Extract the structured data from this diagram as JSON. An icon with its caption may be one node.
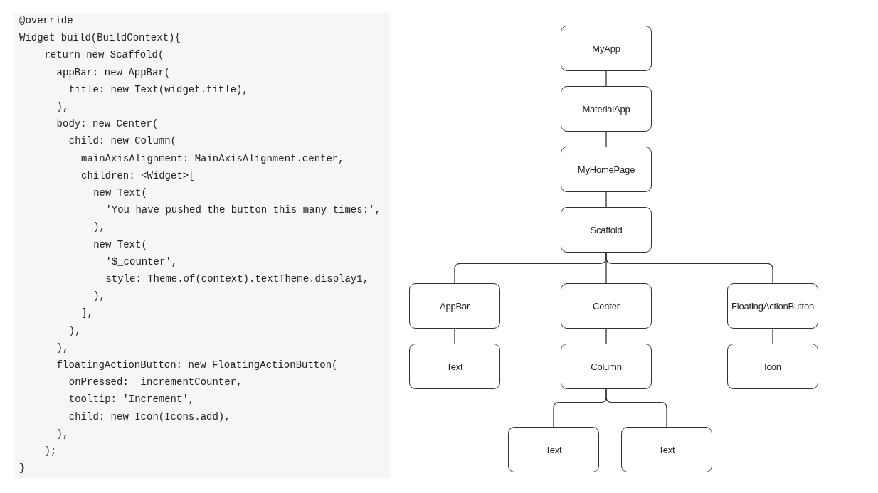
{
  "diagram": {
    "nodes": [
      {
        "text": [
          "MyApp"
        ]
      },
      {
        "text": [
          "MaterialApp"
        ]
      },
      {
        "text": [
          "MyHomePage"
        ]
      },
      {
        "text": [
          "Scaffold"
        ]
      },
      {
        "text": [
          "AppBar"
        ]
      },
      {
        "text": [
          "Center"
        ]
      },
      {
        "text": [
          "FloatingActionButton"
        ]
      },
      {
        "text": [
          "Text"
        ]
      },
      {
        "text": [
          "Column"
        ]
      },
      {
        "text": [
          "Icon"
        ]
      },
      {
        "text": [
          "Text"
        ]
      },
      {
        "text": [
          "Text"
        ]
      }
    ],
    "edges": [
      {
        "from": 0,
        "to": 1,
        "arrow": "none"
      },
      {
        "from": 1,
        "to": 2,
        "arrow": "none"
      },
      {
        "from": 2,
        "to": 3,
        "arrow": "none"
      },
      {
        "from": 3,
        "to": 4,
        "arrow": "none"
      },
      {
        "from": 3,
        "to": 5,
        "arrow": "none"
      },
      {
        "from": 3,
        "to": 6,
        "arrow": "none"
      },
      {
        "from": 4,
        "to": 7,
        "arrow": "none"
      },
      {
        "from": 5,
        "to": 8,
        "arrow": "none"
      },
      {
        "from": 6,
        "to": 9,
        "arrow": "none"
      },
      {
        "from": 8,
        "to": 10,
        "arrow": "none"
      },
      {
        "from": 8,
        "to": 11,
        "arrow": "none"
      }
    ],
    "labels": [
      "@override",
      "Widget build(BuildContext){",
      "return new Scaffold(",
      "appBar: new AppBar(",
      "title: new Text(widget.title),",
      "),",
      "body: new Center(",
      "child: new Column(",
      "mainAxisAlignment: MainAxisAlignment.center,",
      "children: <Widget>[",
      "new Text(",
      "'You have pushed the button this many times:',",
      "),",
      "new Text(",
      "'$_counter',",
      "style: Theme.of(context).textTheme.display1,",
      "),",
      "],",
      "),",
      "),",
      "floatingActionButton: new FloatingActionButton(",
      "onPressed: _incrementCounter,",
      "tooltip: 'Increment',",
      "child: new Icon(Icons.add),",
      "),",
      ");",
      "}"
    ]
  }
}
